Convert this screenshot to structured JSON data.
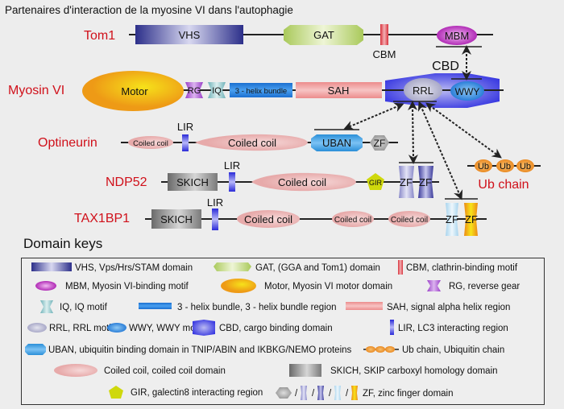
{
  "title": "Partenaires d'interaction de la myosine VI dans l'autophagie",
  "proteins": {
    "tom1": {
      "name": "Tom1",
      "domains": [
        "VHS",
        "GAT",
        "CBM",
        "MBM"
      ]
    },
    "myosin6": {
      "name": "Myosin VI",
      "domains": [
        "Motor",
        "RG",
        "IQ",
        "3 - helix bundle",
        "SAH",
        "RRL",
        "WWY"
      ],
      "cbd_label": "CBD"
    },
    "optineurin": {
      "name": "Optineurin",
      "domains": [
        "Coiled coil",
        "LIR",
        "Coiled coil",
        "UBAN",
        "ZF"
      ]
    },
    "ndp52": {
      "name": "NDP52",
      "domains": [
        "SKICH",
        "LIR",
        "Coiled coil",
        "GIR",
        "ZF",
        "ZF"
      ]
    },
    "tax1bp1": {
      "name": "TAX1BP1",
      "domains": [
        "SKICH",
        "LIR",
        "Coiled coil",
        "Coiled coil",
        "Coiled coil",
        "ZF",
        "ZF"
      ]
    },
    "ub_chain": {
      "name": "Ub chain",
      "units": [
        "Ub",
        "Ub",
        "Ub"
      ]
    }
  },
  "domain_keys": {
    "title": "Domain keys",
    "items": [
      "VHS, Vps/Hrs/STAM domain",
      "GAT, (GGA and Tom1) domain",
      "CBM, clathrin-binding motif",
      "MBM, Myosin VI-binding motif",
      "Motor, Myosin VI motor domain",
      "RG, reverse gear",
      "IQ, IQ motif",
      "3 - helix bundle, 3 - helix bundle region",
      "SAH, signal alpha helix region",
      "RRL, RRL motif",
      "WWY, WWY motif",
      "CBD, cargo binding domain",
      "LIR, LC3 interacting region",
      "UBAN, ubiquitin binding domain in TNIP/ABIN and IKBKG/NEMO proteins",
      "Ub chain, Ubiquitin chain",
      "Coiled coil, coiled coil domain",
      "SKICH, SKIP carboxyl homology domain",
      "GIR, galectin8 interacting region",
      "ZF, zinc finger domain"
    ],
    "ub_mini": "Ub",
    "slash": "/"
  },
  "colors": {
    "label_red": "#d0101a",
    "vhs": "#3b3f9a",
    "gat": "#c5d98a",
    "cbm": "#e0464f",
    "mbm": "#c23cc6",
    "motor": "#f3a81a",
    "cbd": "#3a3ae6",
    "sah": "#ef9a9a",
    "helix": "#1e78d8",
    "ub": "#f0902a",
    "gir": "#cfd80c"
  }
}
